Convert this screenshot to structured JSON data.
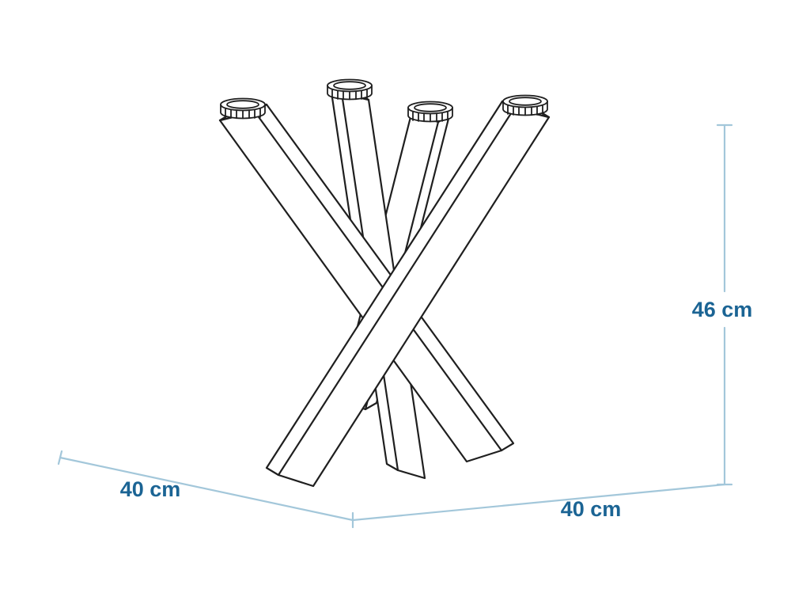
{
  "diagram": {
    "colors": {
      "line_art": "#1f1f1f",
      "dimension_line": "#a3c7da",
      "dimension_text": "#1b6494",
      "background": "#ffffff"
    },
    "dimensions": {
      "height": {
        "label": "46 cm"
      },
      "depth": {
        "label": "40 cm"
      },
      "width": {
        "label": "40 cm"
      }
    }
  }
}
